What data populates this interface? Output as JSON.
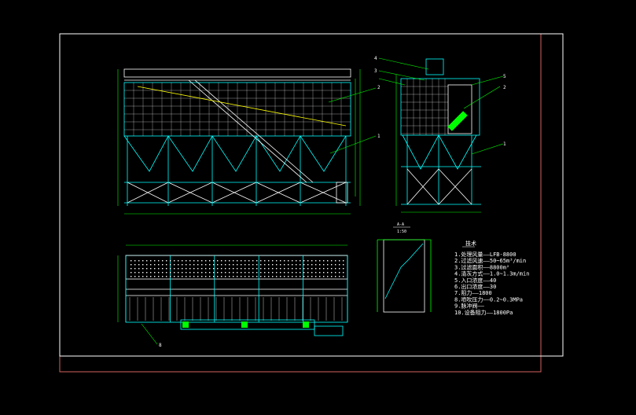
{
  "colors": {
    "background": "#000000",
    "frame_white": "#ffffff",
    "frame_red": "#d2625f",
    "cyan": "#00ffff",
    "green": "#00ff00",
    "yellow": "#ffff00",
    "white": "#ffffff"
  },
  "callouts": {
    "front_1": "1",
    "front_2": "2",
    "side_1": "1",
    "side_2": "2",
    "side_3": "3",
    "side_4": "4",
    "side_5": "5",
    "plan_8": "8"
  },
  "section_view": {
    "title": "A-A",
    "scale": "1:50"
  },
  "spec_title": "技术",
  "specs": [
    "1.处理风量——LFB-8800",
    "2.过滤风速——50~65m³/min",
    "3.过滤面积——8800m²",
    "4.清灰方式——1.0~1.3m/min",
    "5.入口浓度——40",
    "6.出口浓度——30",
    "7.阻力——1800",
    "8.喷吹压力——0.2~0.3MPa",
    "9.脉冲阀——",
    "10.设备阻力——1800Pa"
  ]
}
